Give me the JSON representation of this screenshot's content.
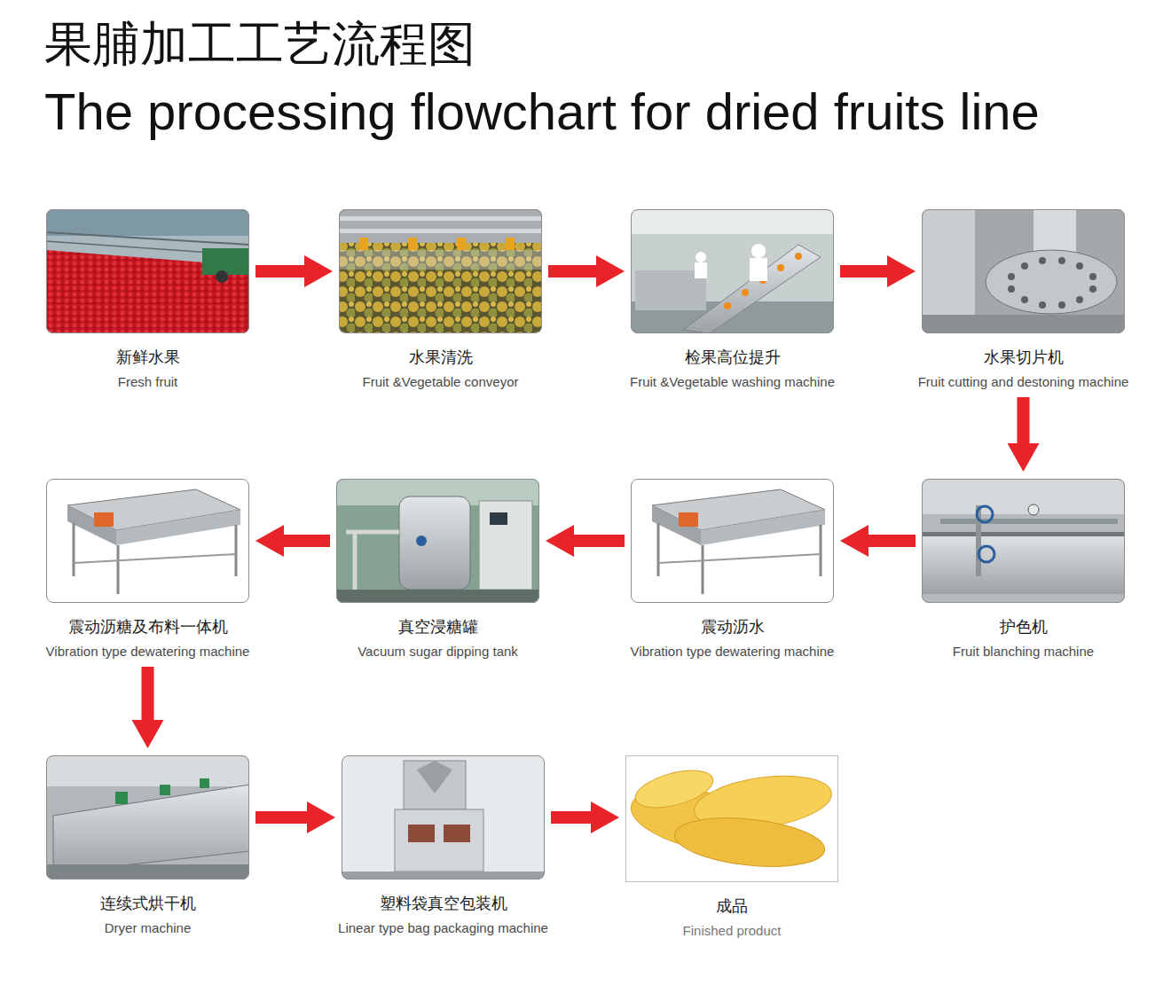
{
  "diagram": {
    "title": "果脯加工工艺流程图",
    "nodes": [
      {
        "text": [
          "新鲜水果",
          "Fresh fruit"
        ]
      },
      {
        "text": [
          "水果清洗",
          "Fruit &Vegetable conveyor"
        ]
      },
      {
        "text": [
          "检果高位提升",
          "Fruit &Vegetable washing machine"
        ]
      },
      {
        "text": [
          "水果切片机",
          "Fruit cutting and destoning machine"
        ]
      },
      {
        "text": [
          "护色机",
          "Fruit blanching machine"
        ]
      },
      {
        "text": [
          "震动沥水",
          "Vibration type dewatering machine"
        ]
      },
      {
        "text": [
          "真空浸糖罐",
          "Vacuum sugar dipping tank"
        ]
      },
      {
        "text": [
          "震动沥糖及布料一体机",
          "Vibration type dewatering machine"
        ]
      },
      {
        "text": [
          "连续式烘干机",
          "Dryer machine"
        ]
      },
      {
        "text": [
          "塑料袋真空包装机",
          "Linear type bag packaging machine"
        ]
      },
      {
        "text": [
          "成品",
          "Finished product"
        ]
      }
    ],
    "edges": [
      {
        "from": 0,
        "to": 1,
        "arrow": "to"
      },
      {
        "from": 1,
        "to": 2,
        "arrow": "to"
      },
      {
        "from": 2,
        "to": 3,
        "arrow": "to"
      },
      {
        "from": 3,
        "to": 4,
        "arrow": "to"
      },
      {
        "from": 4,
        "to": 5,
        "arrow": "to"
      },
      {
        "from": 5,
        "to": 6,
        "arrow": "to"
      },
      {
        "from": 6,
        "to": 7,
        "arrow": "to"
      },
      {
        "from": 7,
        "to": 8,
        "arrow": "to"
      },
      {
        "from": 8,
        "to": 9,
        "arrow": "to"
      },
      {
        "from": 9,
        "to": 10,
        "arrow": "to"
      }
    ],
    "labels": [
      "The processing flowchart for dried fruits line"
    ]
  }
}
